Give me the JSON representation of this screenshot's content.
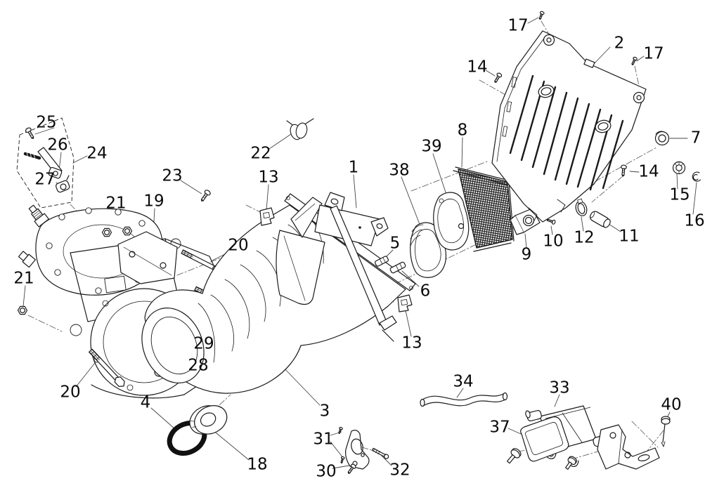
{
  "diagram": {
    "background": "#ffffff",
    "ink": "#1a1a1a",
    "leader_color": "#444444",
    "labels": [
      {
        "part": "1",
        "text": "1"
      },
      {
        "part": "2",
        "text": "2"
      },
      {
        "part": "3",
        "text": "3"
      },
      {
        "part": "4",
        "text": "4"
      },
      {
        "part": "5",
        "text": "5"
      },
      {
        "part": "6",
        "text": "6"
      },
      {
        "part": "7",
        "text": "7"
      },
      {
        "part": "8",
        "text": "8"
      },
      {
        "part": "9",
        "text": "9"
      },
      {
        "part": "10",
        "text": "10"
      },
      {
        "part": "11",
        "text": "11"
      },
      {
        "part": "12",
        "text": "12"
      },
      {
        "part": "13-upper",
        "text": "13"
      },
      {
        "part": "13-lower",
        "text": "13"
      },
      {
        "part": "14-top",
        "text": "14"
      },
      {
        "part": "14-right",
        "text": "14"
      },
      {
        "part": "15",
        "text": "15"
      },
      {
        "part": "16",
        "text": "16"
      },
      {
        "part": "17-top",
        "text": "17"
      },
      {
        "part": "17-right",
        "text": "17"
      },
      {
        "part": "18",
        "text": "18"
      },
      {
        "part": "19",
        "text": "19"
      },
      {
        "part": "20-upper",
        "text": "20"
      },
      {
        "part": "20-lower",
        "text": "20"
      },
      {
        "part": "21-upper",
        "text": "21"
      },
      {
        "part": "21-left",
        "text": "21"
      },
      {
        "part": "22",
        "text": "22"
      },
      {
        "part": "23",
        "text": "23"
      },
      {
        "part": "24",
        "text": "24"
      },
      {
        "part": "25",
        "text": "25"
      },
      {
        "part": "26",
        "text": "26"
      },
      {
        "part": "27",
        "text": "27"
      },
      {
        "part": "28",
        "text": "28"
      },
      {
        "part": "29",
        "text": "29"
      },
      {
        "part": "30",
        "text": "30"
      },
      {
        "part": "31",
        "text": "31"
      },
      {
        "part": "32",
        "text": "32"
      },
      {
        "part": "33",
        "text": "33"
      },
      {
        "part": "34",
        "text": "34"
      },
      {
        "part": "37",
        "text": "37"
      },
      {
        "part": "38",
        "text": "38"
      },
      {
        "part": "39",
        "text": "39"
      },
      {
        "part": "40",
        "text": "40"
      }
    ]
  }
}
